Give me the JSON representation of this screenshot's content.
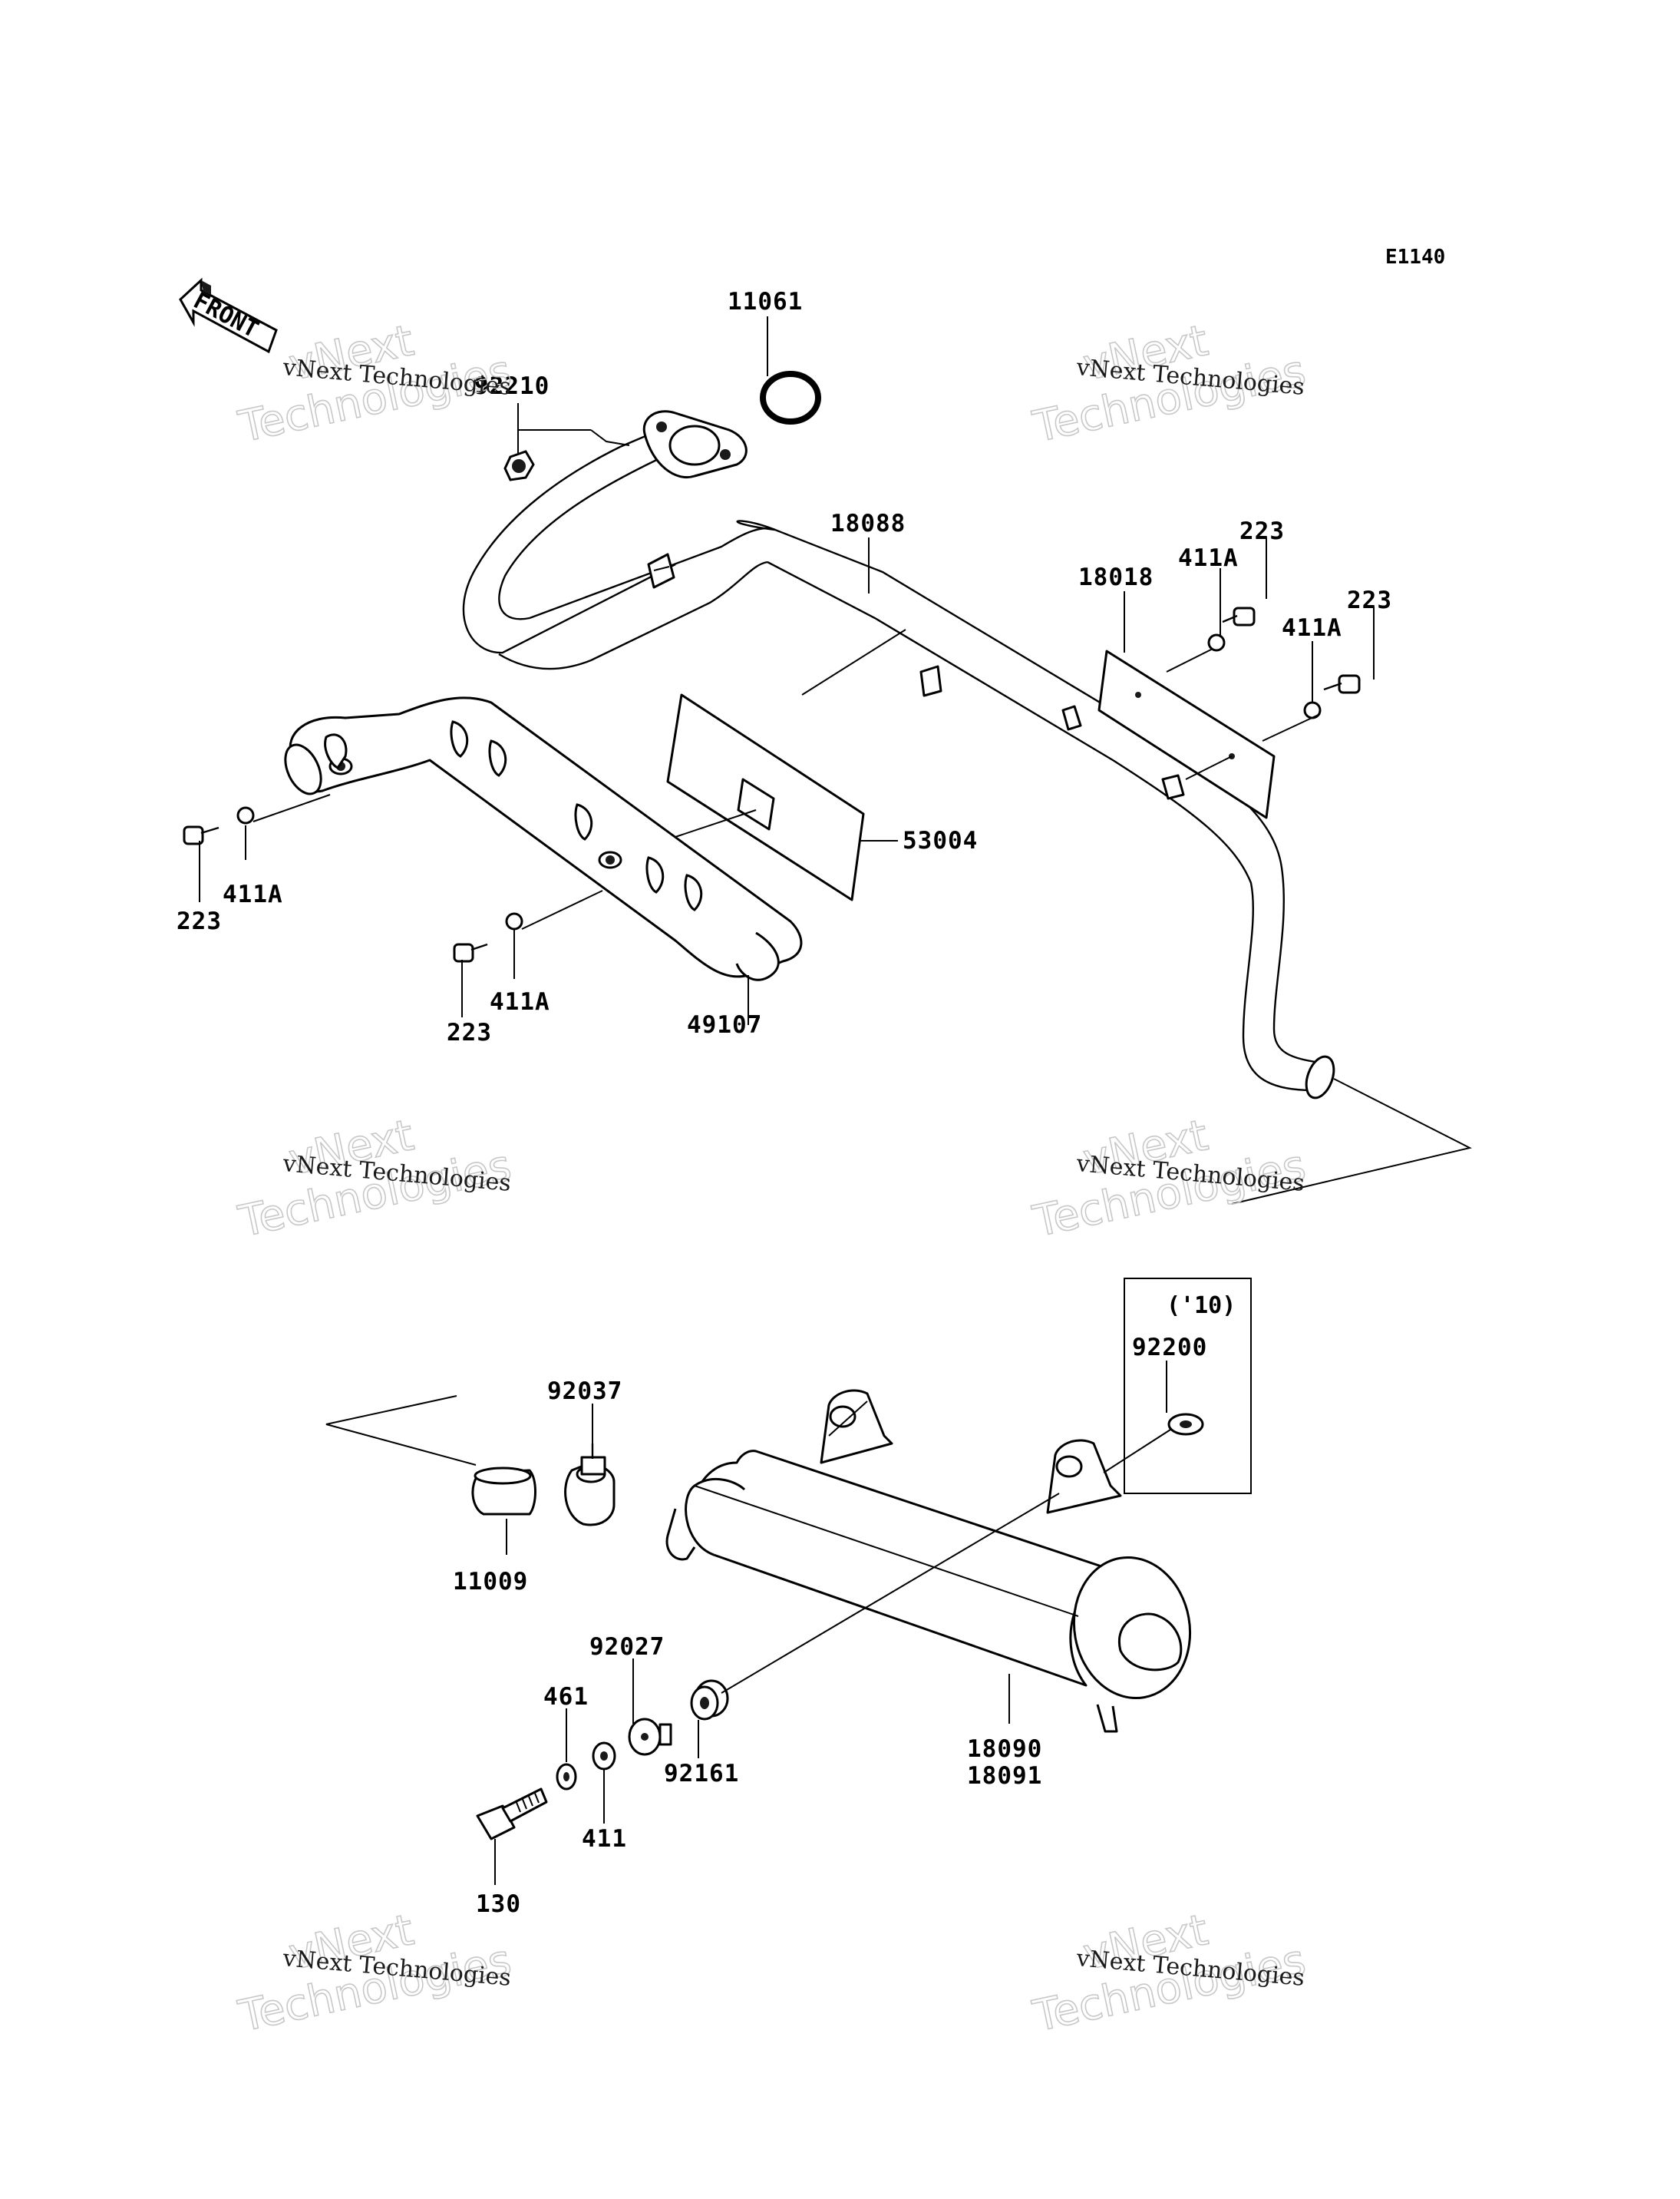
{
  "figure_code": "E1140",
  "front_arrow_label": "FRONT",
  "year_note": "('10)",
  "watermark": {
    "large_line1": "vNext",
    "large_line2": "Technologies",
    "small": "vNext Technologies"
  },
  "parts": {
    "p11061": "11061",
    "p92210": "92210",
    "p18088": "18088",
    "p18018": "18018",
    "p223_a": "223",
    "p411A_a": "411A",
    "p223_b": "223",
    "p411A_b": "411A",
    "p53004": "53004",
    "p223_c": "223",
    "p411A_c": "411A",
    "p223_d": "223",
    "p411A_d": "411A",
    "p49107": "49107",
    "p92200": "92200",
    "p92037": "92037",
    "p11009": "11009",
    "p92027": "92027",
    "p461": "461",
    "p92161": "92161",
    "p18090": "18090",
    "p18091": "18091",
    "p411": "411",
    "p130": "130"
  }
}
